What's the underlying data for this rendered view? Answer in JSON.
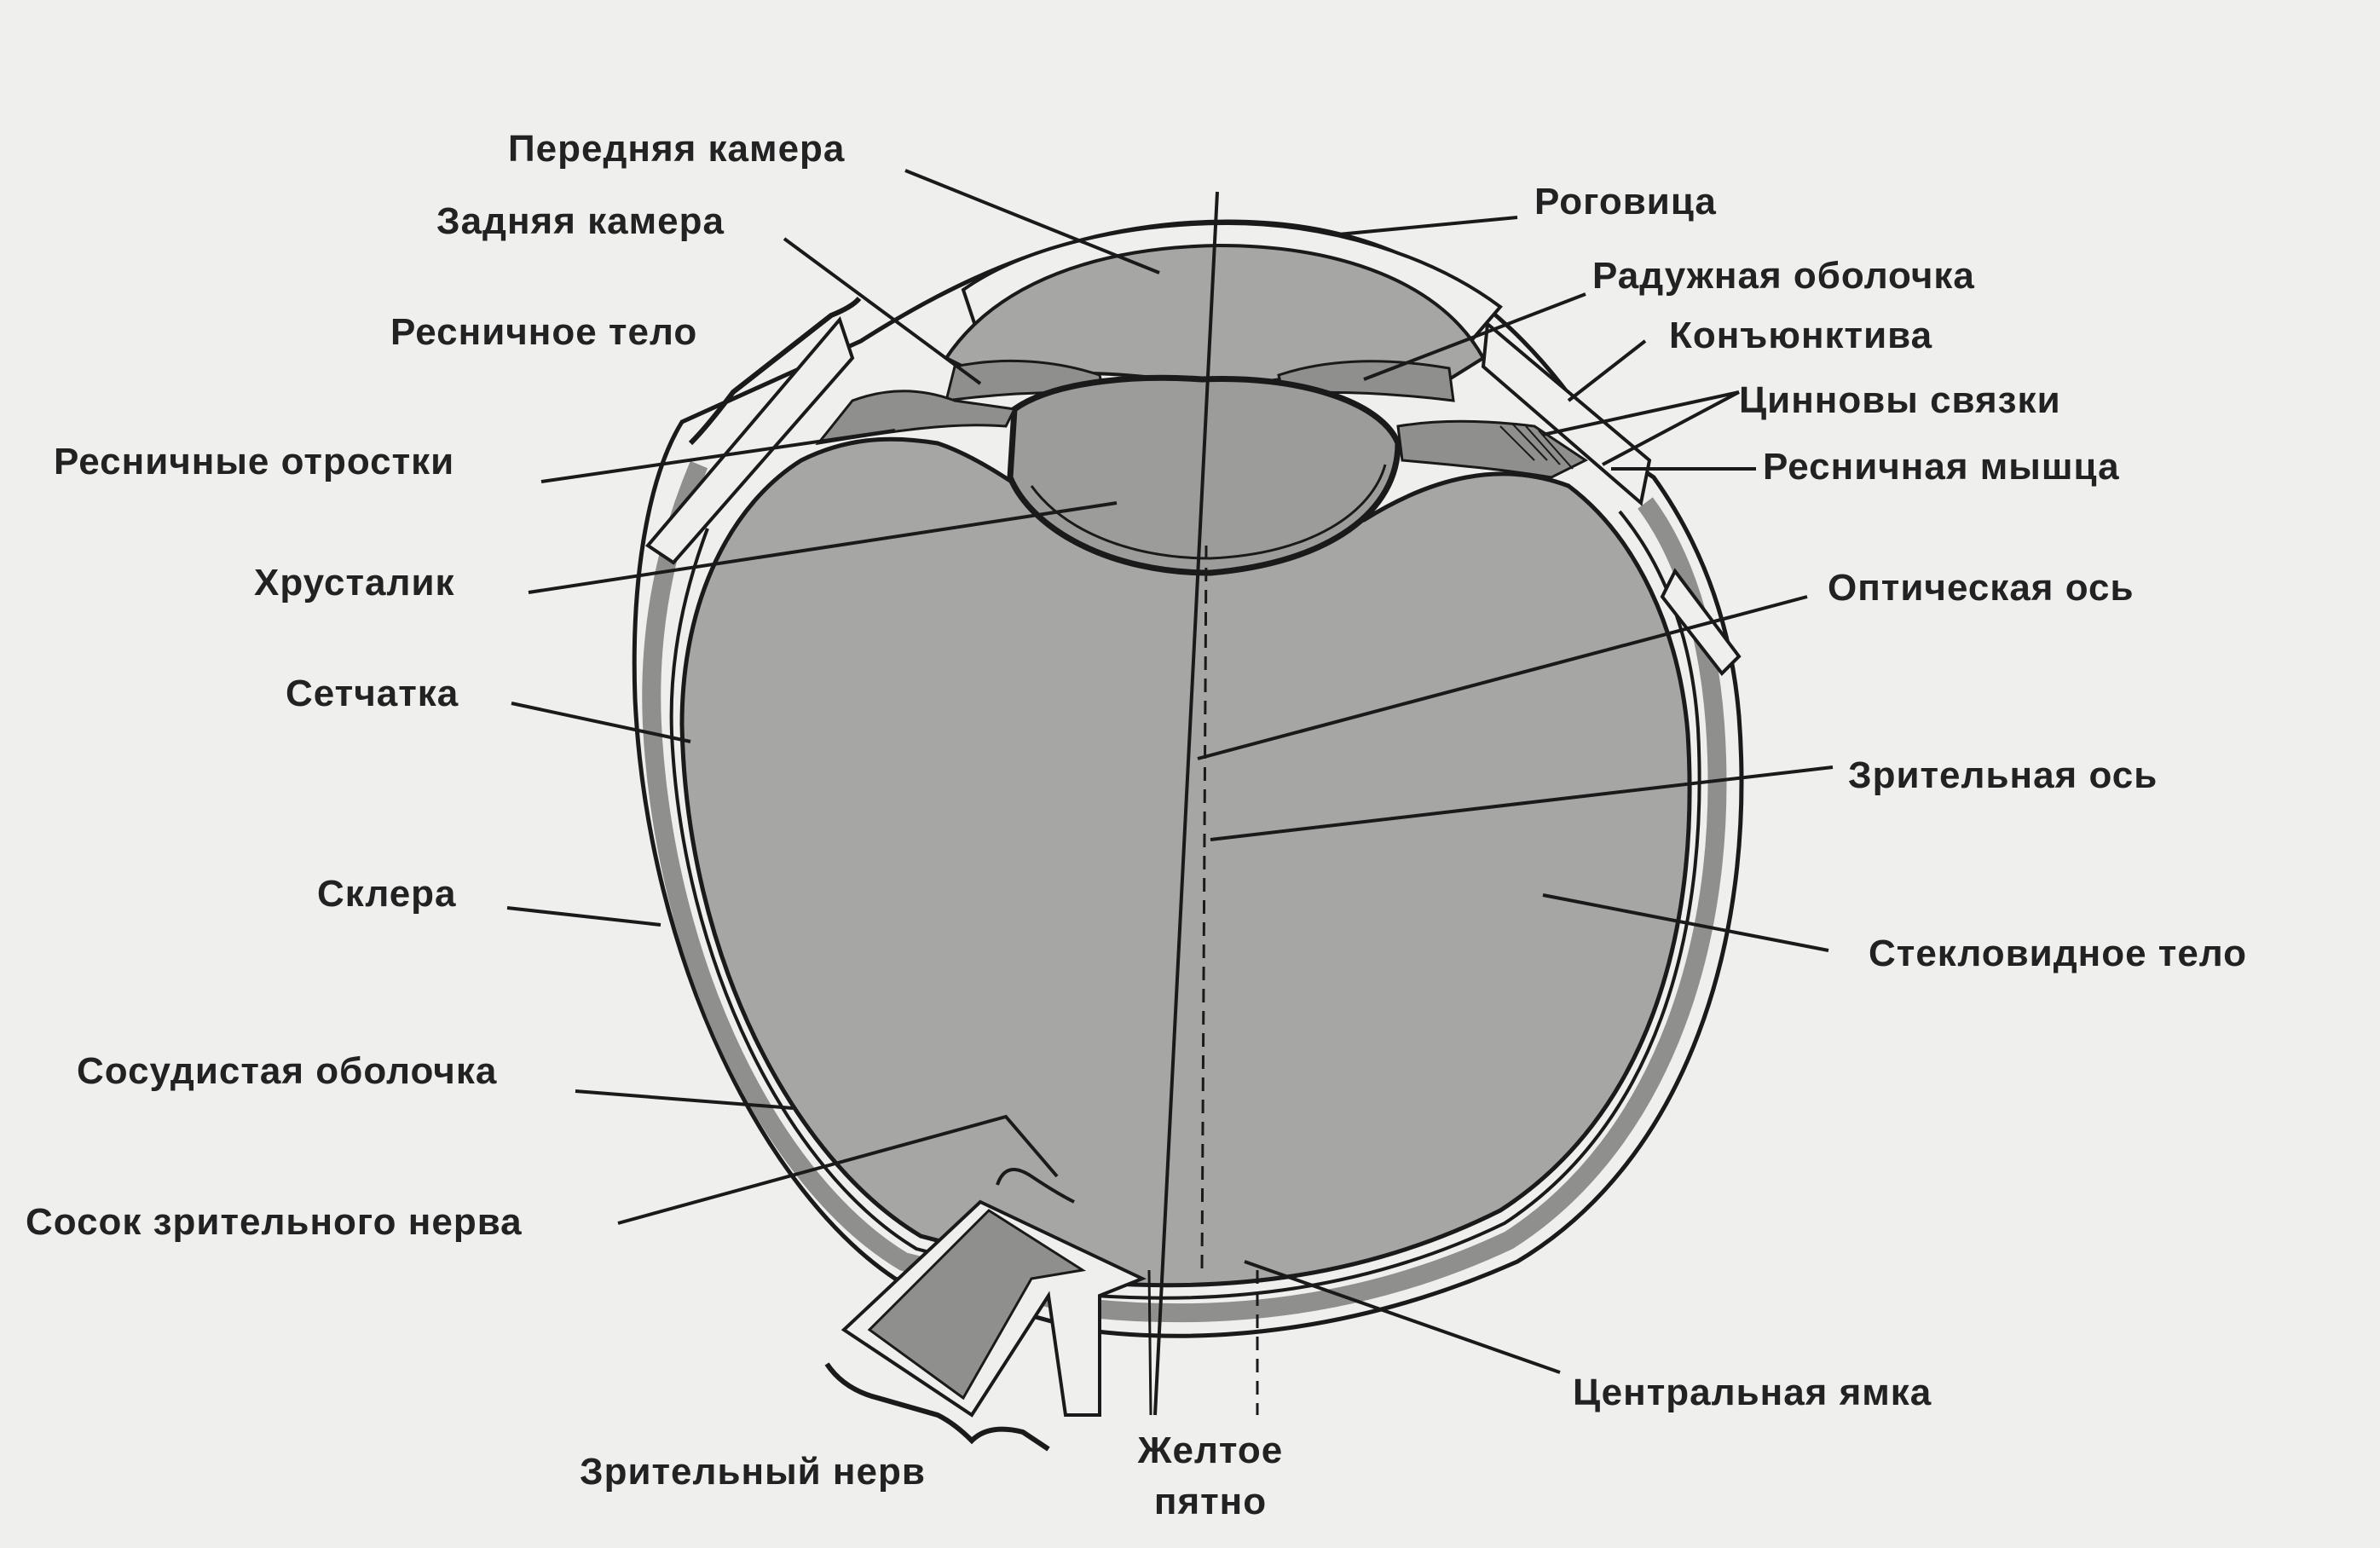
{
  "labels": {
    "anterior_chamber": "Передняя камера",
    "posterior_chamber": "Задняя камера",
    "ciliary_body": "Ресничное тело",
    "ciliary_processes": "Ресничные отростки",
    "lens": "Хрусталик",
    "retina": "Сетчатка",
    "sclera": "Склера",
    "choroid": "Сосудистая оболочка",
    "optic_disc": "Сосок зрительного нерва",
    "optic_nerve": "Зрительный нерв",
    "macula_line1": "Желтое",
    "macula_line2": "пятно",
    "cornea": "Роговица",
    "iris": "Радужная оболочка",
    "conjunctiva": "Конъюнктива",
    "zonules": "Цинновы связки",
    "ciliary_muscle": "Ресничная мышца",
    "optical_axis": "Оптическая ось",
    "visual_axis": "Зрительная ось",
    "vitreous_body": "Стекловидное тело",
    "fovea": "Центральная ямка"
  },
  "colors": {
    "background": "#efefed",
    "fill": "#a6a6a4",
    "fill_dark": "#8f8f8d",
    "line": "#1a1a1a"
  }
}
